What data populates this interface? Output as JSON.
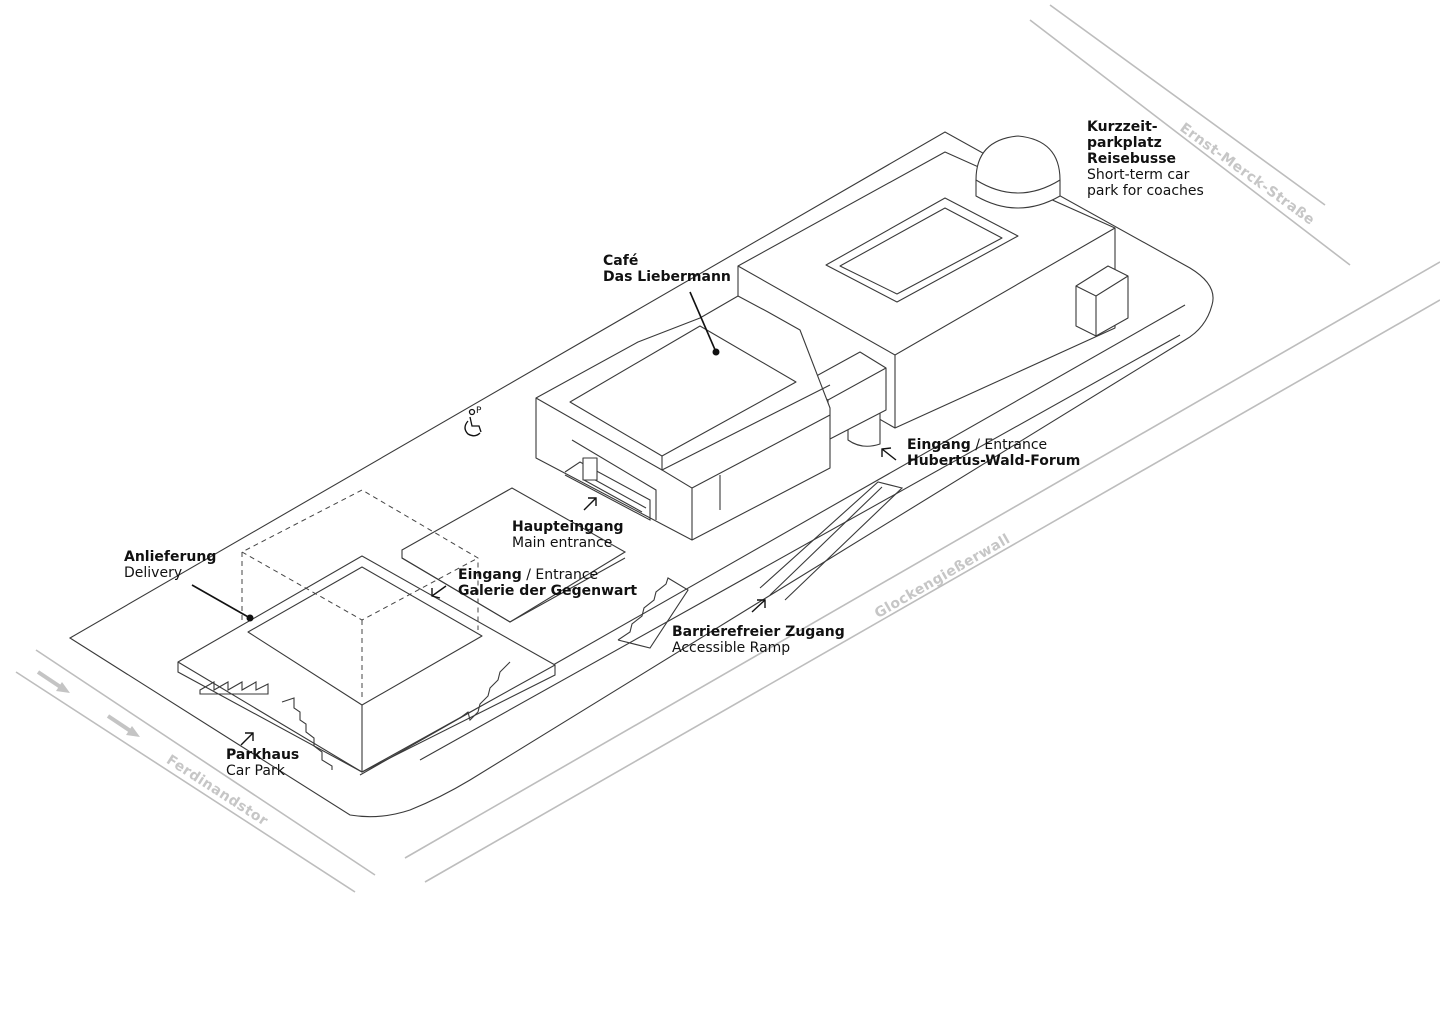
{
  "labels": {
    "coach": {
      "bold": [
        "Kurzzeit-",
        "parkplatz",
        "Reisebusse"
      ],
      "regular": [
        "Short-term car",
        "park for coaches"
      ]
    },
    "cafe": {
      "bold": [
        "Café",
        "Das Liebermann"
      ]
    },
    "hubertus": {
      "bold1": "Eingang",
      "sep": " / ",
      "regular": "Entrance",
      "bold2": "Hubertus-Wald-Forum"
    },
    "main_entrance": {
      "bold": "Haupteingang",
      "regular": "Main entrance"
    },
    "delivery": {
      "bold": "Anlieferung",
      "regular": "Delivery"
    },
    "galerie": {
      "bold1": "Eingang",
      "sep": " / ",
      "regular": "Entrance",
      "bold2": "Galerie der Gegenwart"
    },
    "ramp": {
      "bold": "Barrierefreier Zugang",
      "regular": "Accessible Ramp"
    },
    "carpark": {
      "bold": "Parkhaus",
      "regular": "Car Park"
    }
  },
  "streets": {
    "ernst": "Ernst-Merck-Straße",
    "glocken": "Glockengießerwall",
    "ferdinand": "Ferdinandstor"
  },
  "icons": {
    "accessible_parking": "wheelchair-parking-icon",
    "parking_letter": "P"
  },
  "colors": {
    "line": "#3a3a3a",
    "road": "#bdbdbd",
    "street_text": "#c6c6c6",
    "text": "#111111"
  }
}
